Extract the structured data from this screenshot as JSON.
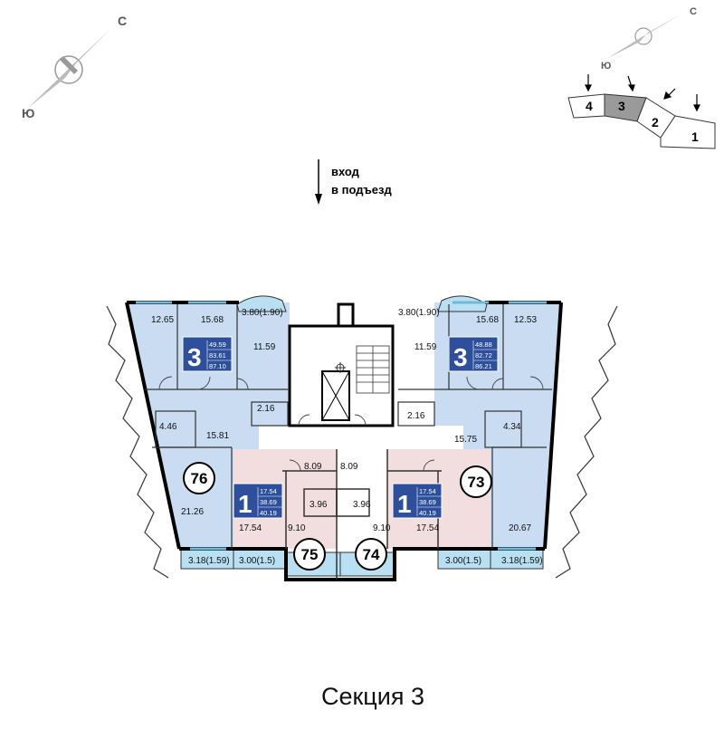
{
  "section_title": "Секция 3",
  "entrance": {
    "line1": "вход",
    "line2": "в подъезд"
  },
  "compass_main": {
    "north": "С",
    "south": "Ю"
  },
  "compass_key": {
    "north": "С",
    "south": "Ю"
  },
  "key_plan": {
    "sections": [
      "4",
      "3",
      "2",
      "1"
    ],
    "highlighted": "3"
  },
  "apartments": {
    "a76": {
      "number": "76",
      "rooms": "3",
      "living": "49.59",
      "total": "83.61",
      "total_balcony": "87.10"
    },
    "a73": {
      "number": "73",
      "rooms": "3",
      "living": "48.88",
      "total": "82.72",
      "total_balcony": "86.21"
    },
    "a75": {
      "number": "75",
      "rooms": "1",
      "living": "17.54",
      "total": "38.69",
      "total_balcony": "40.19"
    },
    "a74": {
      "number": "74",
      "rooms": "1",
      "living": "17.54",
      "total": "38.69",
      "total_balcony": "40.19"
    }
  },
  "room_areas": {
    "l_room_a": "12.65",
    "l_room_b": "15.68",
    "l_balcony_top": "3.80(1.90)",
    "l_kitchen": "11.59",
    "l_wc": "4.46",
    "l_bath": "2.16",
    "l_hall": "15.81",
    "l_room_c": "21.26",
    "l_balcony_b1": "3.18(1.59)",
    "l_balcony_b2": "3.00(1.5)",
    "r_room_a": "15.68",
    "r_room_b": "12.53",
    "r_balcony_top": "3.80(1.90)",
    "r_kitchen": "11.59",
    "r_wc": "4.34",
    "r_bath": "2.16",
    "r_hall": "15.75",
    "r_room_c": "20.67",
    "r_balcony_b1": "3.18(1.59)",
    "r_balcony_b2": "3.00(1.5)",
    "c75_hall": "8.09",
    "c75_bath": "3.96",
    "c75_kitchen": "9.10",
    "c75_room": "17.54",
    "c74_hall": "8.09",
    "c74_bath": "3.96",
    "c74_kitchen": "9.10",
    "c74_room": "17.54"
  },
  "colors": {
    "blue_apartment": "#c9dcf2",
    "pink_apartment": "#f2dede",
    "badge_blue": "#2e4f9b",
    "balcony": "#b9dff2",
    "compass": "#9a9a9a",
    "key_highlight": "#9a9a9a"
  }
}
